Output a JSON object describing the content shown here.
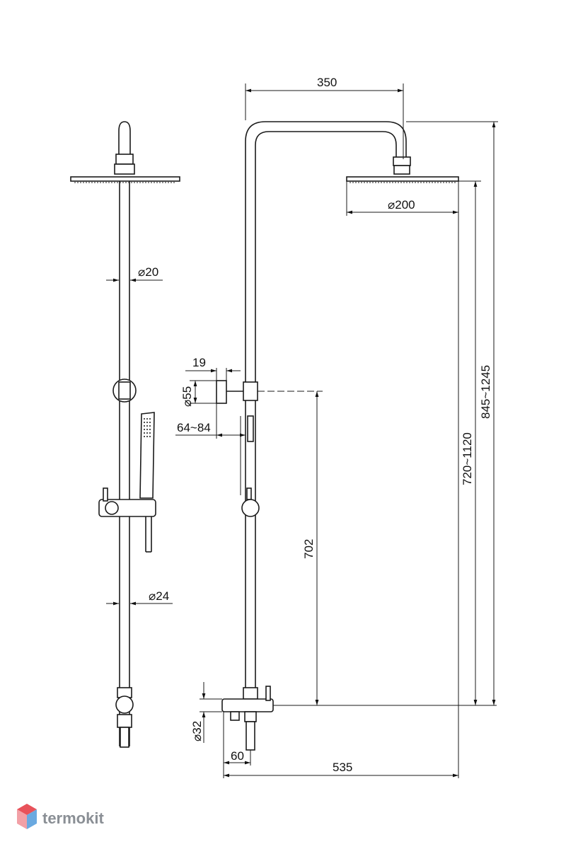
{
  "dimensions": {
    "rail_width": "350",
    "head_diameter": "⌀200",
    "pipe_diameter_upper": "⌀20",
    "pipe_diameter_lower": "⌀24",
    "bracket_depth": "19",
    "bracket_diameter": "⌀55",
    "wall_offset": "64~84",
    "bracket_height": "702",
    "head_height": "720~1120",
    "total_height": "845~1245",
    "inlet_diameter": "⌀32",
    "inlet_spacing": "60",
    "total_width": "535"
  },
  "brand": {
    "name": "termokit",
    "icon": "hexagon-cube-logo",
    "colors": {
      "top": "#e8525a",
      "left": "#f2a0a6",
      "right": "#6aa9e0",
      "text": "#8a8f95"
    }
  }
}
